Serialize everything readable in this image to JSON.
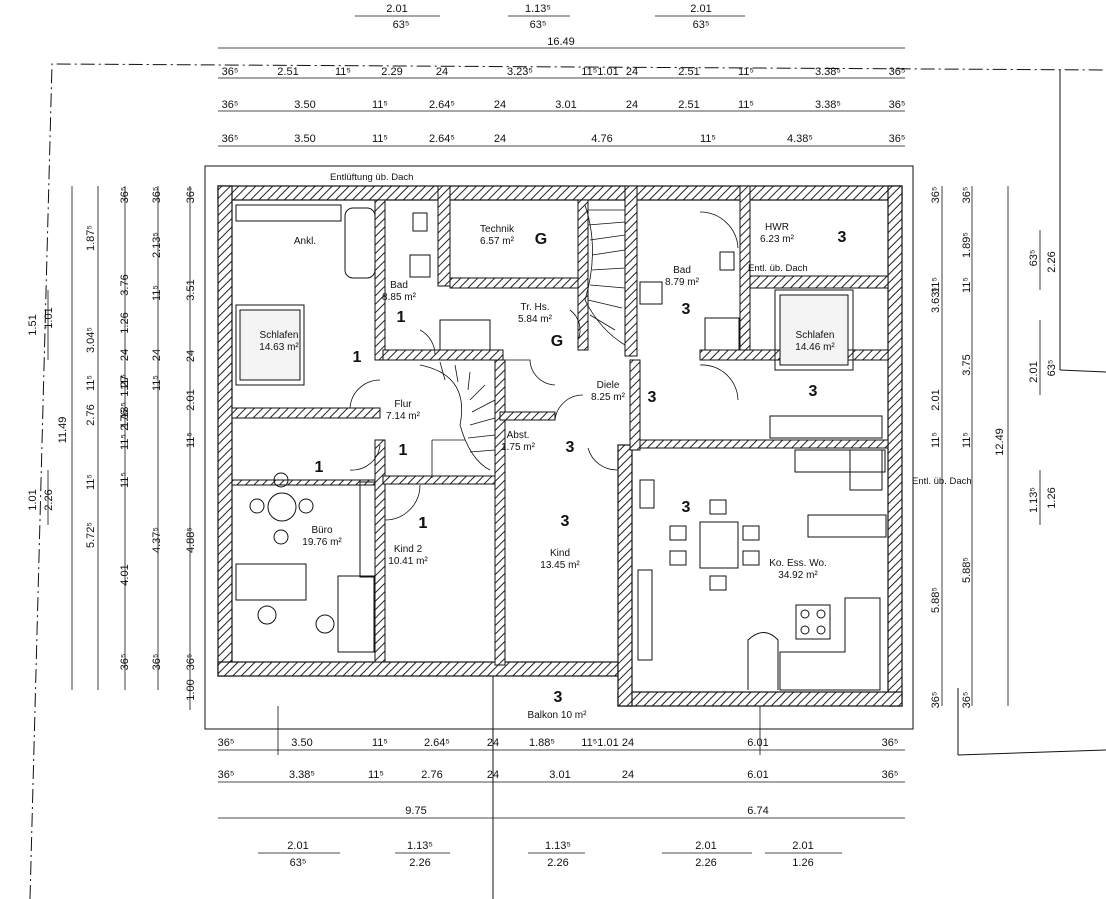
{
  "top_dims": {
    "row1": [
      "2.01",
      "63⁵",
      "1.13⁵",
      "63⁵",
      "2.01",
      "63⁵"
    ],
    "overall": "16.49",
    "row2": [
      "36⁵",
      "2.51",
      "11⁵",
      "2.29",
      "24",
      "3.23⁵",
      "11⁵1.01",
      "24",
      "2.51",
      "11⁵",
      "3.38⁵",
      "36⁵"
    ],
    "row3": [
      "36⁵",
      "3.50",
      "11⁵",
      "2.64⁵",
      "24",
      "3.01",
      "24",
      "2.51",
      "11⁵",
      "3.38⁵",
      "36⁵"
    ],
    "row4": [
      "36⁵",
      "3.50",
      "11⁵",
      "2.64⁵",
      "24",
      "4.76",
      "11⁵",
      "4.38⁵",
      "36⁵"
    ]
  },
  "bottom_dims": {
    "row1": [
      "36⁵",
      "3.50",
      "11⁵",
      "2.64⁵",
      "24",
      "1.88⁵",
      "11⁵1.01",
      "24",
      "6.01",
      "36⁵"
    ],
    "row2": [
      "36⁵",
      "3.38⁵",
      "11⁵",
      "2.76",
      "24",
      "3.01",
      "24",
      "6.01",
      "36⁵"
    ],
    "row3": [
      "9.75",
      "6.74"
    ],
    "openings": [
      "2.01",
      "63⁵",
      "1.13⁵",
      "2.26",
      "1.13⁵",
      "2.26",
      "2.01",
      "2.26",
      "2.01",
      "1.26"
    ]
  },
  "left_dims": {
    "col1": [
      "1.51",
      "1.01",
      "1.01",
      "2.26"
    ],
    "col2": [
      "11.49"
    ],
    "col3": [
      "1.87⁵",
      "3.04⁵",
      "11⁵",
      "2.76",
      "11⁵",
      "5.72⁵"
    ],
    "col4": [
      "36⁵",
      "3.76",
      "1.26",
      "24",
      "11⁵",
      "1.27",
      "1.13⁵",
      "11⁵",
      "2.76",
      "11⁵",
      "4.01",
      "36⁵"
    ],
    "col5": [
      "36⁵",
      "2.13⁵",
      "11⁵",
      "24",
      "11⁵",
      "4.37⁵",
      "36⁵"
    ],
    "col6": [
      "36⁵",
      "3.51",
      "24",
      "2.01",
      "11⁵",
      "4.88⁵",
      "36⁵",
      "1.00"
    ]
  },
  "right_dims": {
    "col1": [
      "36⁵",
      "3.63⁵",
      "11⁵",
      "2.01",
      "11⁵",
      "5.88⁵",
      "36⁵"
    ],
    "col2": [
      "36⁵",
      "1.89⁵",
      "11⁵",
      "3.75",
      "11⁵",
      "5.88⁵",
      "36⁵"
    ],
    "col3": [
      "12.49"
    ],
    "col4": [
      "63⁵",
      "2.26",
      "2.01",
      "63⁵",
      "1.13⁵",
      "1.26"
    ]
  },
  "rooms": [
    {
      "label": "Ankl.",
      "area": ""
    },
    {
      "label": "Bad",
      "area": "8.85 m²"
    },
    {
      "label": "Technik",
      "area": "6.57 m²"
    },
    {
      "label": "Tr. Hs.",
      "area": "5.84 m²"
    },
    {
      "label": "Bad",
      "area": "8.79 m²"
    },
    {
      "label": "HWR",
      "area": "6.23 m²"
    },
    {
      "label": "Schlafen",
      "area": "14.63 m²"
    },
    {
      "label": "Flur",
      "area": "7.14 m²"
    },
    {
      "label": "Diele",
      "area": "8.25 m²"
    },
    {
      "label": "Schlafen",
      "area": "14.46 m²"
    },
    {
      "label": "Abst.",
      "area": "1.75 m²"
    },
    {
      "label": "Büro",
      "area": "19.76 m²"
    },
    {
      "label": "Kind 2",
      "area": "10.41 m²"
    },
    {
      "label": "Kind",
      "area": "13.45 m²"
    },
    {
      "label": "Ko. Ess. Wo.",
      "area": "34.92 m²"
    },
    {
      "label": "Balkon 10 m²",
      "area": ""
    }
  ],
  "zone_numbers": [
    "1",
    "1",
    "G",
    "G",
    "3",
    "3",
    "1",
    "1",
    "3",
    "3",
    "3",
    "1",
    "1",
    "3",
    "3",
    "3"
  ],
  "notes": {
    "vent_roof": "Entlüftung üb. Dach",
    "vent_bad": "Entl. üb. Dach",
    "vent_right": "Entl. üb. Dach"
  },
  "colors": {
    "line": "#111111",
    "hatch": "#222222",
    "background": "#ffffff"
  }
}
